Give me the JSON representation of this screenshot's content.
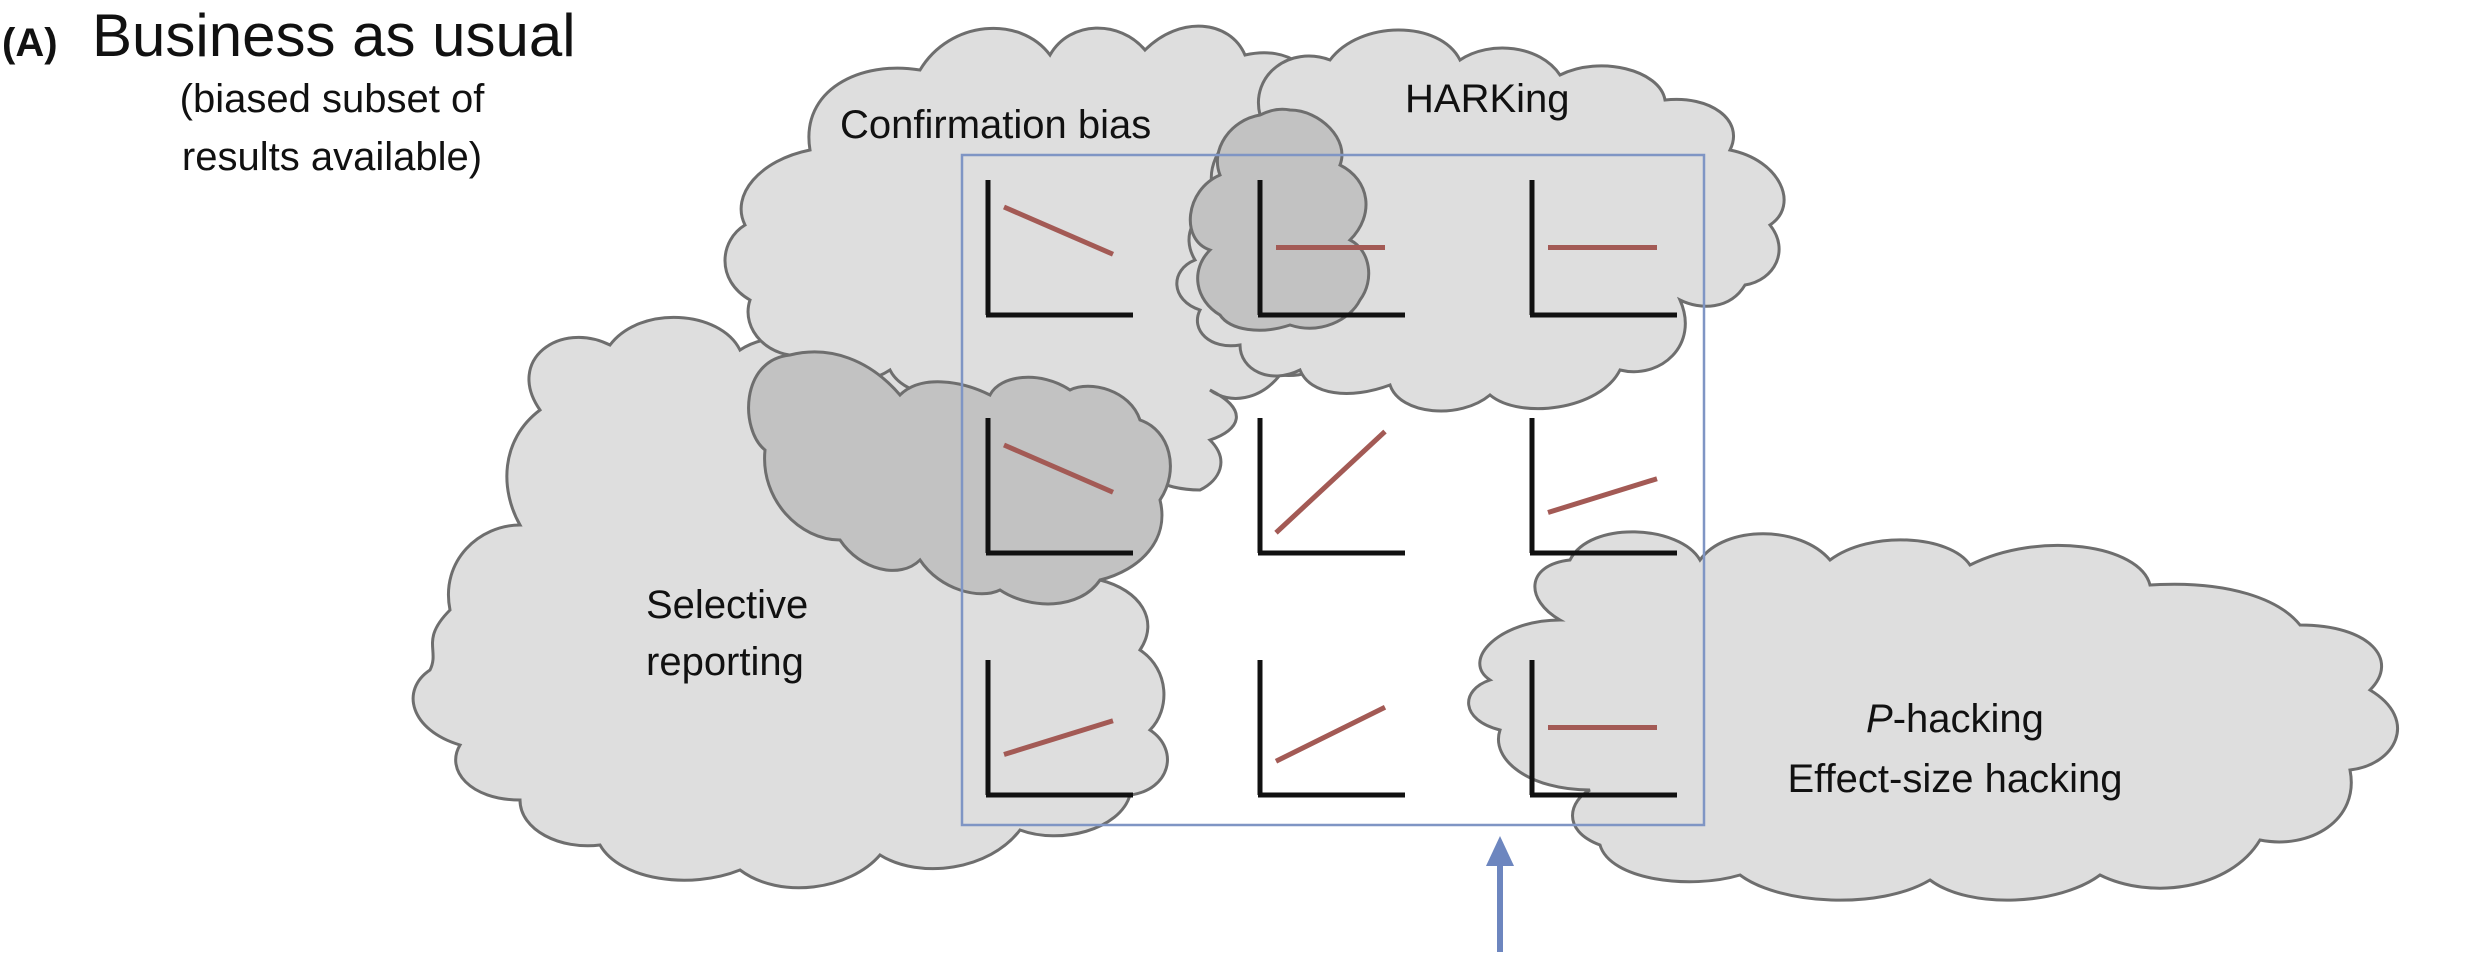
{
  "panel_label": "(A)",
  "title": "Business as usual",
  "subtitle_lines": [
    "(biased subset of",
    "results available)"
  ],
  "clouds": {
    "confirmation_bias": {
      "label": "Confirmation bias"
    },
    "harking": {
      "label": "HARKing"
    },
    "selective_reporting": {
      "lines": [
        "Selective",
        "reporting"
      ]
    },
    "p_hacking": {
      "italic_prefix": "P",
      "line1_rest": "-hacking",
      "line2": "Effect-size hacking"
    }
  },
  "grid": {
    "rows": 3,
    "cols": 3,
    "trends": [
      [
        "down",
        "flat",
        "flat"
      ],
      [
        "down",
        "up-steep",
        "up-shallow"
      ],
      [
        "up-shallow",
        "up",
        "flat"
      ]
    ]
  },
  "colors": {
    "cloud_fill": "#dedede",
    "cloud_overlap_fill": "#c2c2c2",
    "cloud_stroke": "#6e6e6e",
    "frame_stroke": "#7f95c4",
    "axis": "#111111",
    "trend_line": "#a35a55",
    "arrow": "#6d86bf"
  },
  "icons": {
    "arrow": "up-arrow-icon"
  }
}
